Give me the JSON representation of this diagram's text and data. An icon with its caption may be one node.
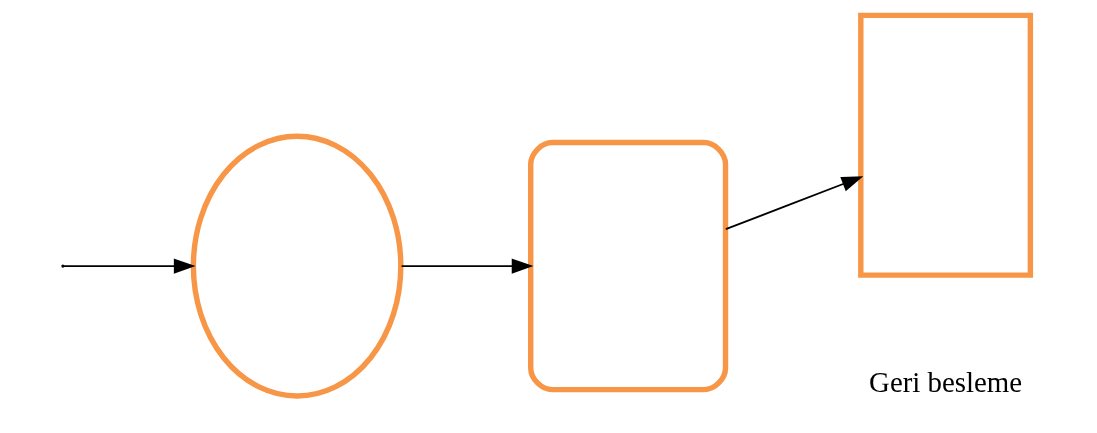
{
  "diagram": {
    "nodes": [
      {
        "text": [],
        "shape": "ellipse"
      },
      {
        "text": [],
        "shape": "plaque"
      },
      {
        "text": [],
        "shape": "box"
      }
    ],
    "edges": [
      {
        "from": 0,
        "to": 1,
        "arrow": "to"
      },
      {
        "from": 1,
        "to": 2,
        "arrow": "to"
      },
      {
        "from": null,
        "to": 0,
        "arrow": "to"
      }
    ],
    "labels": [
      "Geri besleme"
    ]
  }
}
